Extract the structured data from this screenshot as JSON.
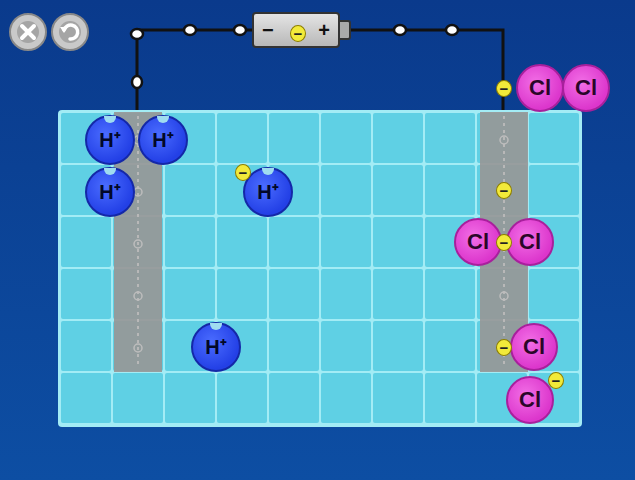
{
  "diagram": {
    "nodes": [
      {
        "text": [
          "−",
          "+"
        ]
      },
      {
        "text": [
          "−"
        ],
        "in": 0
      },
      {
        "text": [
          "−"
        ]
      },
      {
        "text": [
          "Cl"
        ]
      },
      {
        "text": [
          "Cl"
        ]
      },
      {
        "text": [
          "H⁺"
        ]
      },
      {
        "text": [
          "H⁺"
        ]
      },
      {
        "text": [
          "−"
        ]
      },
      {
        "text": [
          "H⁺"
        ]
      },
      {
        "text": [
          "H⁺"
        ]
      },
      {
        "text": [
          "−"
        ]
      },
      {
        "text": [
          "Cl"
        ]
      },
      {
        "text": [
          "−"
        ]
      },
      {
        "text": [
          "Cl"
        ]
      },
      {
        "text": [
          "H⁺"
        ]
      },
      {
        "text": [
          "−"
        ]
      },
      {
        "text": [
          "Cl"
        ]
      },
      {
        "text": [
          "−"
        ]
      },
      {
        "text": [
          "Cl"
        ]
      }
    ]
  }
}
